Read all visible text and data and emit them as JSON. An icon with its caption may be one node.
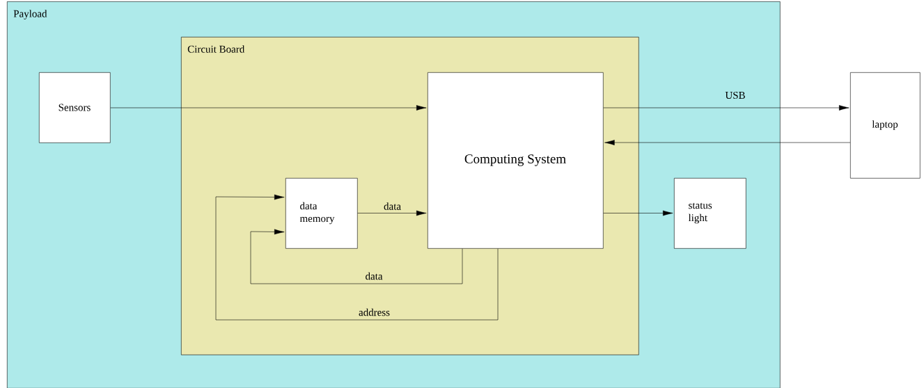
{
  "diagram": {
    "nodes": [
      {
        "text": [
          "Payload"
        ]
      },
      {
        "text": [
          "Sensors"
        ],
        "in": 0
      },
      {
        "text": [
          "Circuit Board"
        ],
        "in": 0
      },
      {
        "text": [
          "Computing System"
        ],
        "in": 2
      },
      {
        "text": [
          "data memory"
        ],
        "in": 2
      },
      {
        "text": [
          "status light"
        ],
        "in": 0
      },
      {
        "text": [
          "laptop"
        ]
      }
    ],
    "edges": [
      {
        "from": 1,
        "to": 3,
        "arrow": "to"
      },
      {
        "from": 4,
        "to": 3,
        "arrow": "to",
        "label": "data"
      },
      {
        "from": 3,
        "to": 4,
        "arrow": "to",
        "label": "data"
      },
      {
        "from": 3,
        "to": 4,
        "arrow": "to",
        "label": "address"
      },
      {
        "from": 3,
        "to": 6,
        "arrow": "to",
        "label": "USB"
      },
      {
        "from": 6,
        "to": 3,
        "arrow": "to"
      },
      {
        "from": 3,
        "to": 5,
        "arrow": "to"
      }
    ]
  }
}
